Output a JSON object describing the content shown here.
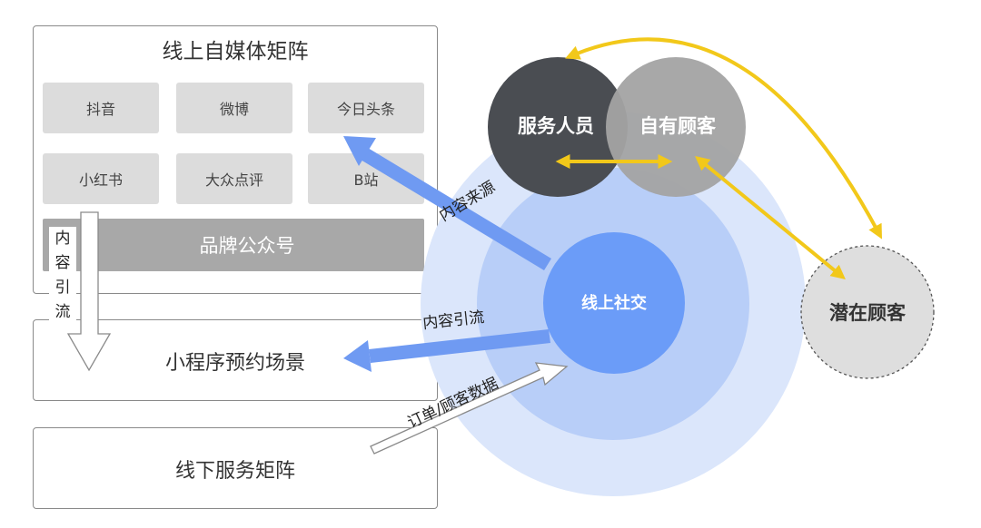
{
  "media_matrix": {
    "title": "线上自媒体矩阵",
    "tiles": [
      "抖音",
      "微博",
      "今日头条",
      "小红书",
      "大众点评",
      "B站"
    ],
    "brand_account": "品牌公众号"
  },
  "mini_program": {
    "title": "小程序预约场景"
  },
  "offline": {
    "title": "线下服务矩阵"
  },
  "vertical_arrow_label": [
    "内",
    "容",
    "引",
    "流"
  ],
  "arrows": {
    "content_source": "内容来源",
    "content_traffic": "内容引流",
    "order_data": "订单/顾客数据"
  },
  "circles": {
    "center": "线上社交",
    "staff": "服务人员",
    "own_customers": "自有顾客",
    "potential": "潜在顾客"
  },
  "colors": {
    "blue_arrow": "#6f9af2",
    "center_circle": "#6b9cf8",
    "ring_mid": "#b8cef8",
    "ring_outer": "#dbe6fb",
    "staff_circle": "#4a4d52",
    "own_circle": "#a3a3a3",
    "potential_circle": "#dedede",
    "yellow": "#f2c81a"
  }
}
